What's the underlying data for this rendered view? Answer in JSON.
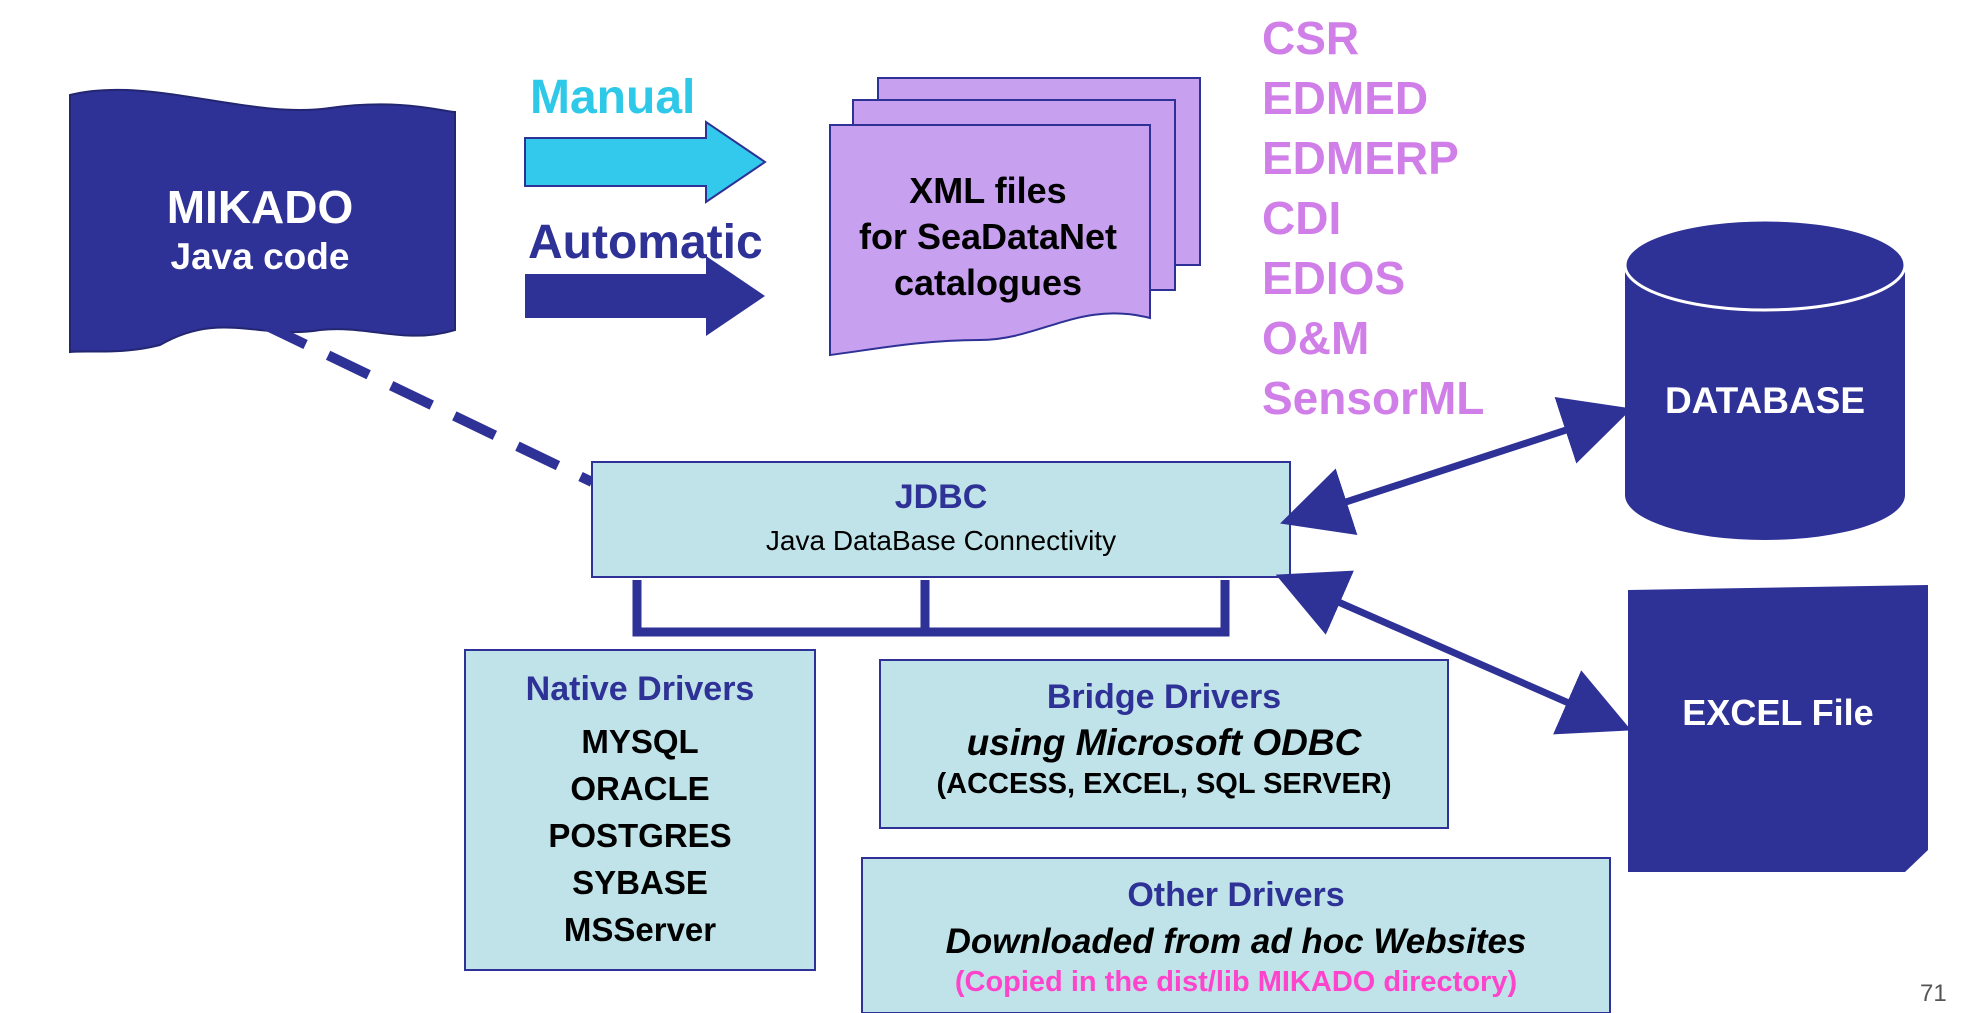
{
  "mikado": {
    "title": "MIKADO",
    "subtitle": "Java code"
  },
  "arrows": {
    "manual_label": "Manual",
    "automatic_label": "Automatic"
  },
  "xml_files": {
    "line1": "XML files",
    "line2": "for SeaDataNet",
    "line3": "catalogues"
  },
  "catalogues": [
    "CSR",
    "EDMED",
    "EDMERP",
    "CDI",
    "EDIOS",
    "O&M",
    "SensorML"
  ],
  "database": {
    "label": "DATABASE"
  },
  "excel": {
    "label": "EXCEL File"
  },
  "jdbc": {
    "title": "JDBC",
    "subtitle": "Java DataBase Connectivity"
  },
  "native_drivers": {
    "title": "Native Drivers",
    "items": [
      "MYSQL",
      "ORACLE",
      "POSTGRES",
      "SYBASE",
      "MSServer"
    ]
  },
  "bridge_drivers": {
    "title": "Bridge Drivers",
    "subtitle": "using Microsoft ODBC",
    "note": "(ACCESS, EXCEL, SQL SERVER)"
  },
  "other_drivers": {
    "title": "Other Drivers",
    "subtitle": "Downloaded from ad hoc Websites",
    "note": "(Copied in the dist/lib  MIKADO directory)"
  },
  "page_number": "71",
  "colors": {
    "navy": "#2e3196",
    "manual_arrow": "#33c9ec",
    "xml_fill": "#c7a0f0",
    "catalogue_text": "#d07ee8",
    "driver_box": "#bfe3e8",
    "other_note": "#ff44cc"
  }
}
